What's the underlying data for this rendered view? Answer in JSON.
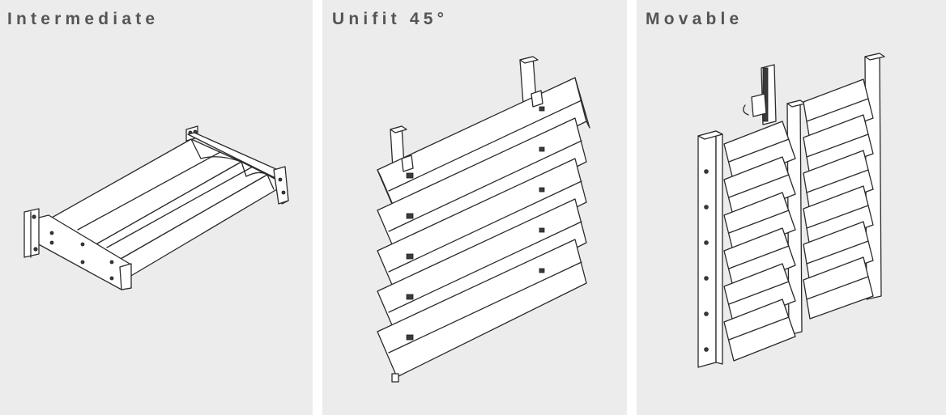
{
  "panels": [
    {
      "title": "Intermediate",
      "image": "intermediate-louvre-drawing"
    },
    {
      "title": "Unifit 45°",
      "image": "unifit-45-louvre-drawing"
    },
    {
      "title": "Movable",
      "image": "movable-louvre-drawing"
    }
  ],
  "colors": {
    "panel_bg": "#ececec",
    "title": "#555555",
    "line": "#2a2a2a"
  }
}
